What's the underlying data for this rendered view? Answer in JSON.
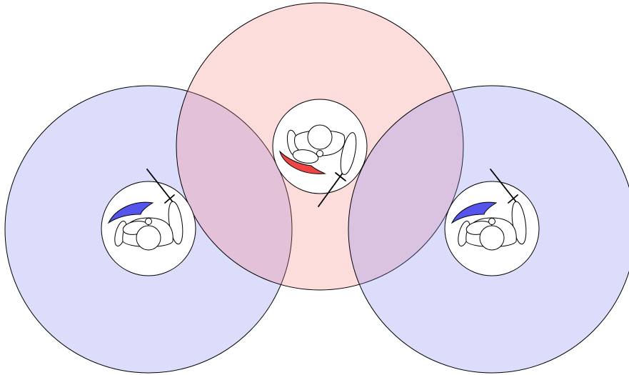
{
  "figure": {
    "kind": "top-down view of three players with shield and weapon, each inside a shaded reach zone",
    "colors": {
      "red_zone": "#f98080",
      "blue_zone": "#8080f0",
      "red_shield": "#ee4444",
      "blue_shield": "#5555ee",
      "zone_opacity": 0.28
    },
    "players": [
      {
        "name": "left-player",
        "team": "blue",
        "facing": "up-left"
      },
      {
        "name": "center-player",
        "team": "red",
        "facing": "down-left"
      },
      {
        "name": "right-player",
        "team": "blue",
        "facing": "up-left"
      }
    ]
  }
}
